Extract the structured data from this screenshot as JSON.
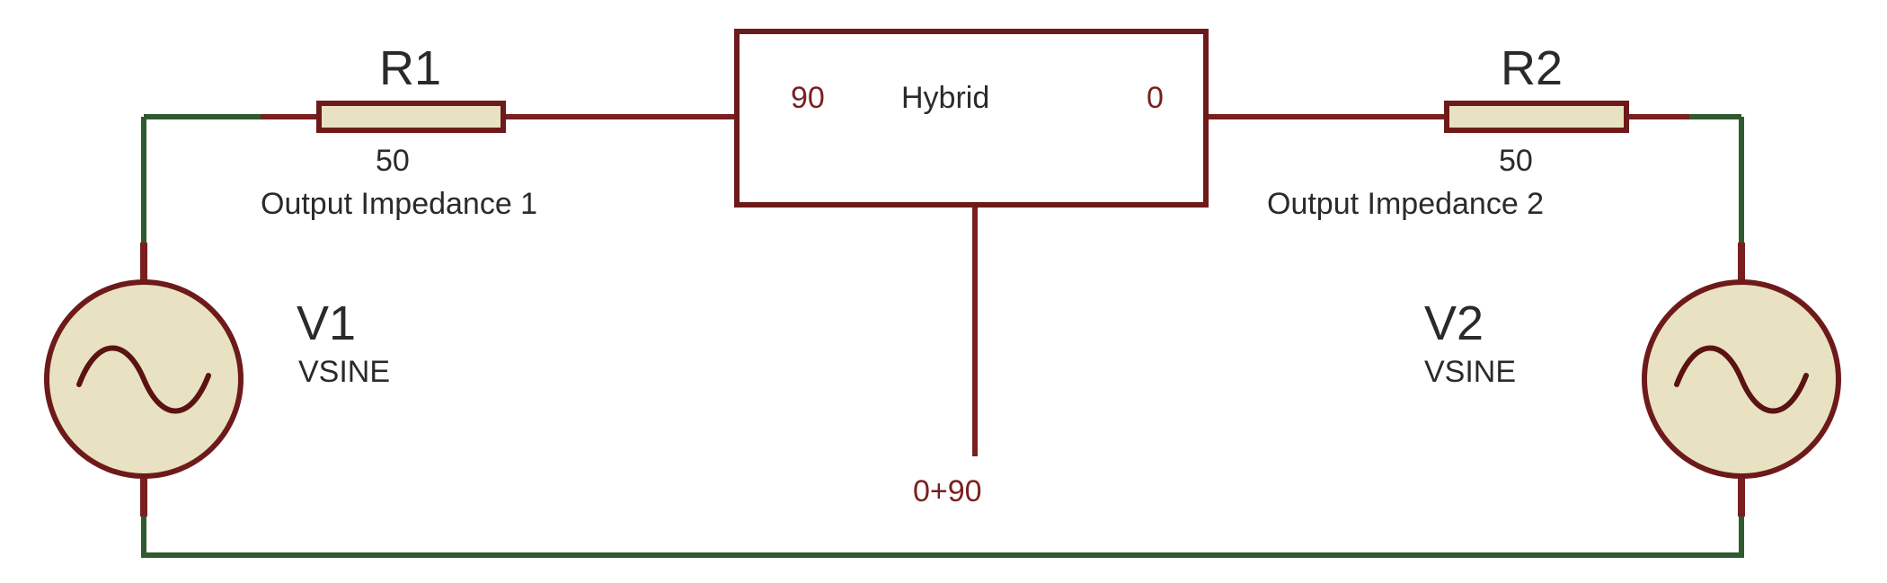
{
  "diagram": {
    "r1": {
      "ref": "R1",
      "value": "50",
      "desc": "Output Impedance 1"
    },
    "r2": {
      "ref": "R2",
      "value": "50",
      "desc": "Output Impedance 2"
    },
    "v1": {
      "ref": "V1",
      "type": "VSINE"
    },
    "v2": {
      "ref": "V2",
      "type": "VSINE"
    },
    "hybrid": {
      "label": "Hybrid",
      "port_left": "90",
      "port_right": "0",
      "port_bottom": "0+90"
    },
    "colors": {
      "wire_green": "#2f5a2f",
      "wire_red": "#7a1f1f",
      "component_fill": "#e8e2c2",
      "component_stroke": "#6e1a1a"
    }
  }
}
